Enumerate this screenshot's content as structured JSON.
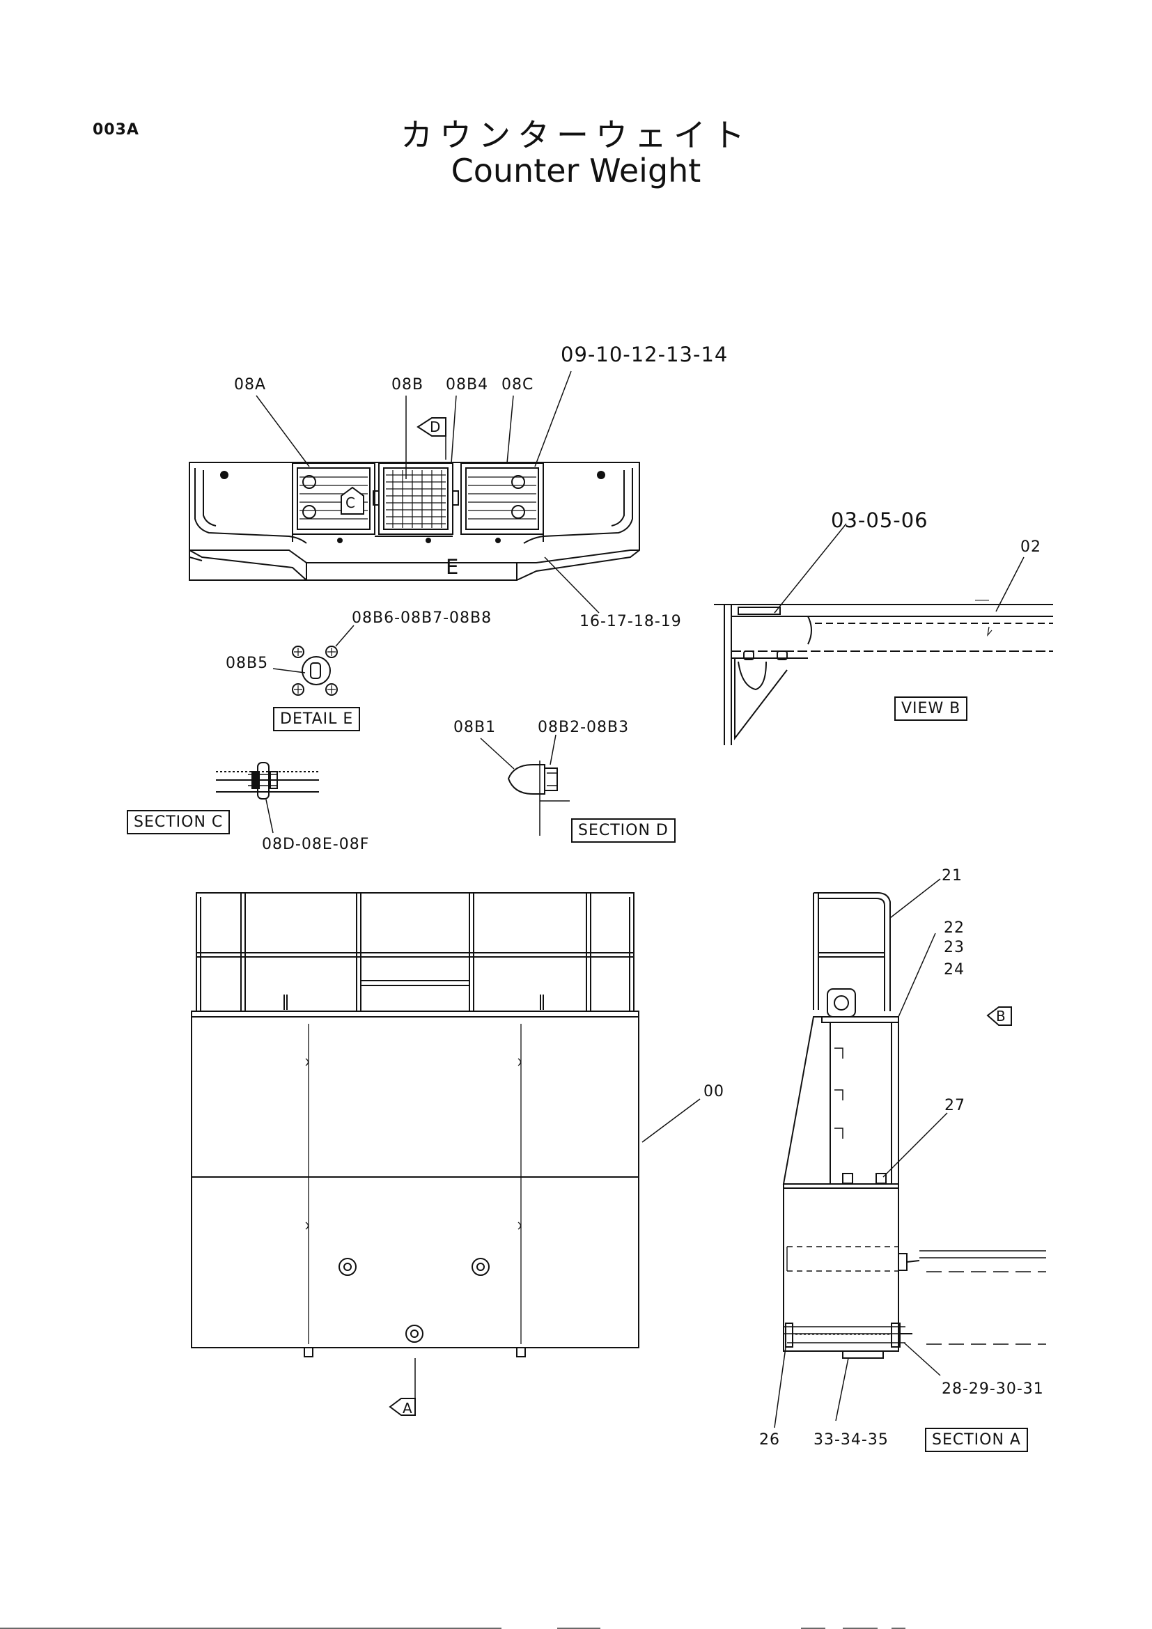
{
  "header": {
    "page_code": "003A",
    "title_jp": "カウンターウェイト",
    "title_en": "Counter Weight"
  },
  "callouts": {
    "p08A": "08A",
    "p08B": "08B",
    "p08B4": "08B4",
    "p08C": "08C",
    "p09": "09-10-12-13-14",
    "p16": "16-17-18-19",
    "e_label": "E",
    "c_marker": "C",
    "d_marker": "D",
    "p08B6": "08B6-08B7-08B8",
    "p08B5": "08B5",
    "detail_e": "DETAIL  E",
    "p08B1": "08B1",
    "p08B2": "08B2-08B3",
    "section_d": "SECTION  D",
    "section_c": "SECTION  C",
    "p08D": "08D-08E-08F",
    "p03": "03-05-06",
    "p02": "02",
    "view_b": "VIEW  B",
    "p00": "00",
    "a_marker": "A",
    "p21": "21",
    "p22": "22",
    "p23": "23",
    "p24": "24",
    "b_marker": "B",
    "p27": "27",
    "p28": "28-29-30-31",
    "p26": "26",
    "p33": "33-34-35",
    "section_a": "SECTION  A"
  }
}
